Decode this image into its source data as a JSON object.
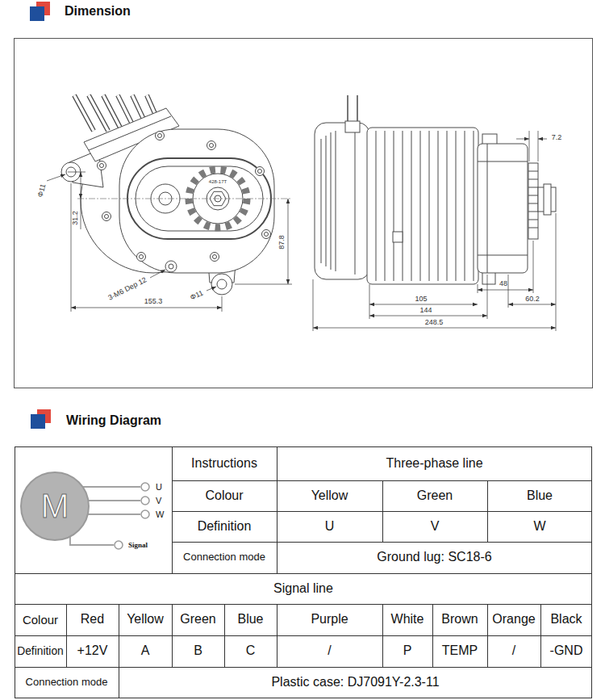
{
  "diagram": {
    "nodes": [
      {
        "text": [
          "M"
        ]
      },
      {
        "text": [
          "U"
        ]
      },
      {
        "text": [
          "V"
        ]
      },
      {
        "text": [
          "W"
        ]
      },
      {
        "text": [
          "Signal"
        ]
      }
    ],
    "edges": [
      {
        "from": 0,
        "to": 1,
        "arrow": "none"
      },
      {
        "from": 0,
        "to": 2,
        "arrow": "none"
      },
      {
        "from": 0,
        "to": 3,
        "arrow": "none"
      },
      {
        "from": 0,
        "to": 4,
        "arrow": "none"
      }
    ],
    "labels": [
      "Dimension",
      "Φ11",
      "31.2",
      "428-17T",
      "87.8",
      "3-M6 Dep 12",
      "Φ11",
      "155.3",
      "7.2",
      "48",
      "105",
      "60.2",
      "144",
      "248.5",
      "Wiring Diagram",
      "Instructions",
      "Three-phase line",
      "Colour",
      "Yellow",
      "Green",
      "Blue",
      "Definition",
      "U",
      "V",
      "W",
      "Connection mode",
      "Ground lug: SC18-6",
      "Signal line",
      "Colour",
      "Red",
      "Yellow",
      "Green",
      "Blue",
      "Purple",
      "White",
      "Brown",
      "Orange",
      "Black",
      "Definition",
      "+12V",
      "A",
      "B",
      "C",
      "/",
      "P",
      "TEMP",
      "/",
      "-GND",
      "Connection mode",
      "Plastic case: DJ7091Y-2.3-11"
    ]
  }
}
